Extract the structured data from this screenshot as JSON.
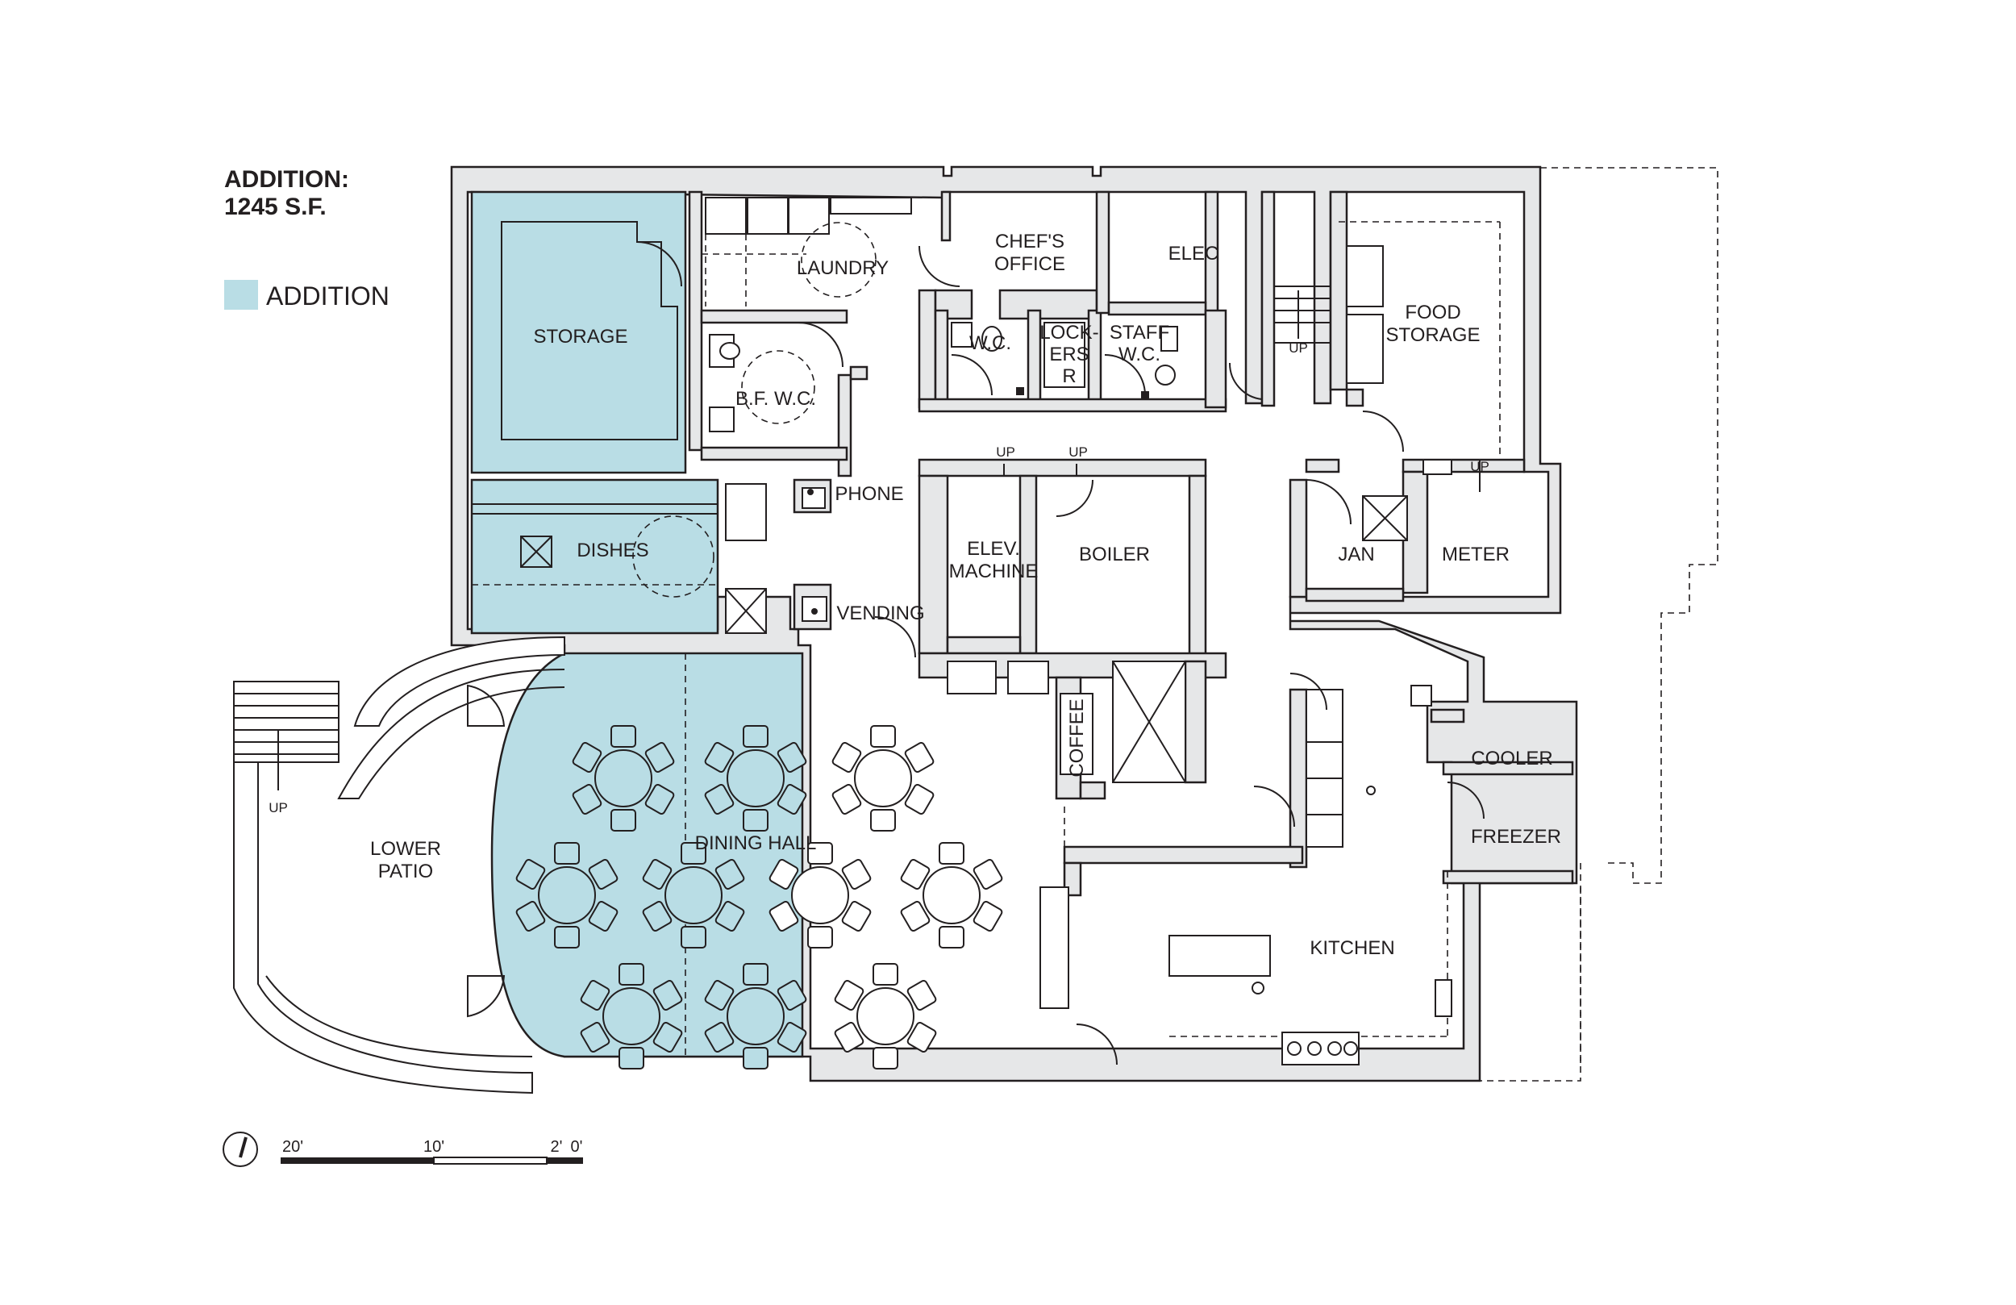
{
  "title": {
    "line1": "ADDITION:",
    "line2": "1245 S.F."
  },
  "legend": {
    "label": "ADDITION",
    "color": "#b9dde5"
  },
  "colors": {
    "wall_fill": "#e6e7e8",
    "addition": "#b9dde5",
    "line": "#231f20"
  },
  "rooms": {
    "storage": "STORAGE",
    "laundry": "LAUNDRY",
    "chefs_office_1": "CHEF'S",
    "chefs_office_2": "OFFICE",
    "elec": "ELEC",
    "food_storage_1": "FOOD",
    "food_storage_2": "STORAGE",
    "wc": "W.C.",
    "lockers_1": "LOCK-",
    "lockers_2": "ERS",
    "lockers_3": "R",
    "staff_wc_1": "STAFF",
    "staff_wc_2": "W.C.",
    "bf_wc": "B.F. W.C.",
    "phone": "PHONE",
    "dishes": "DISHES",
    "vending": "VENDING",
    "elev_machine_1": "ELEV.",
    "elev_machine_2": "MACHINE",
    "boiler": "BOILER",
    "jan": "JAN",
    "meter": "METER",
    "coffee": "COFFEE",
    "cooler": "COOLER",
    "freezer": "FREEZER",
    "lower_patio_1": "LOWER",
    "lower_patio_2": "PATIO",
    "dining_hall": "DINING HALL",
    "kitchen": "KITCHEN"
  },
  "stairs": {
    "up_label": "UP"
  },
  "scale_bar": {
    "labels": [
      "20'",
      "10'",
      "2'",
      "0'"
    ],
    "icon": "north-arrow-icon"
  }
}
